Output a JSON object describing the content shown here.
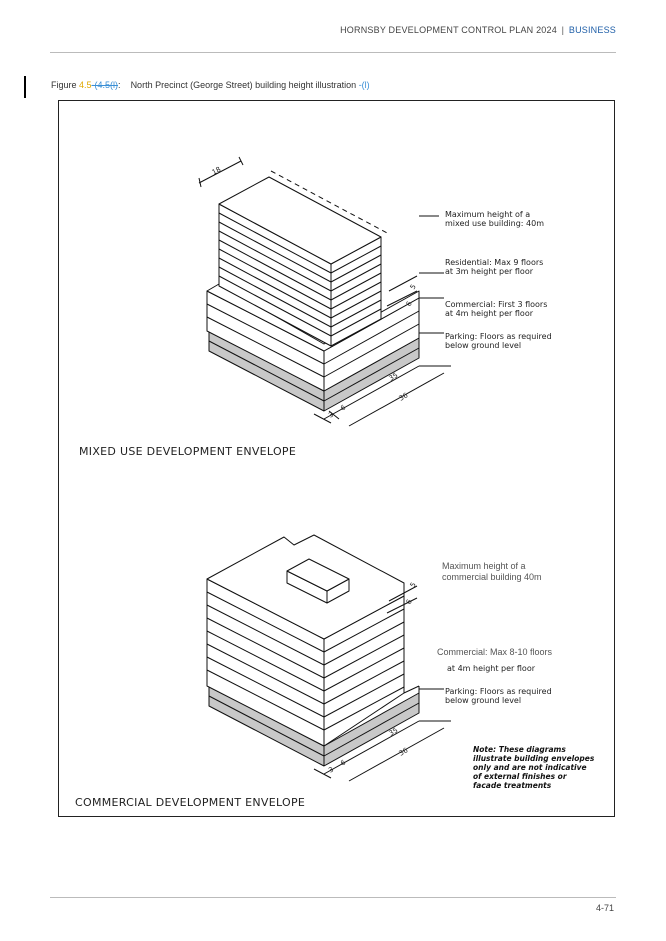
{
  "header": {
    "title": "HORNSBY DEVELOPMENT CONTROL PLAN 2024",
    "separator": "|",
    "section": "BUSINESS"
  },
  "figure": {
    "prefix": "Figure ",
    "number": "4.5",
    "old_number": "-(4.5(l)",
    "colon": ":",
    "title": "North Precinct (George Street) building height illustration",
    "deleted_suffix": " -(l)"
  },
  "mixed_use": {
    "title": "MIXED USE DEVELOPMENT ENVELOPE",
    "label_max_height": "Maximum height of a\nmixed use building: 40m",
    "label_residential": "Residential:  Max 9 floors\nat 3m height per floor",
    "label_commercial": "Commercial:  First 3 floors\nat 4m height per floor",
    "label_parking": "Parking:  Floors as required\nbelow ground level",
    "dim_top": "18",
    "dim_setback_upper": "5",
    "dim_setback_lower": "6",
    "dim_front": "35",
    "dim_depth": "36",
    "dim_small_a": "3",
    "dim_small_b": "6"
  },
  "commercial": {
    "title": "COMMERCIAL DEVELOPMENT ENVELOPE",
    "label_max_height": "Maximum   height   of   a\ncommercial building 40m",
    "label_commercial_a": "Commercial: Max 8-10 floors",
    "label_commercial_b": "at 4m height per floor",
    "label_parking": "Parking:  Floors as required\nbelow ground level",
    "dim_setback_upper": "5",
    "dim_setback_lower": "6",
    "dim_front": "35",
    "dim_depth": "36",
    "dim_small_a": "3",
    "dim_small_b": "6"
  },
  "note": "Note: These diagrams\nillustrate building envelopes\nonly and are not indicative\nof external finishes or\nfacade treatments",
  "footer": {
    "page": "4-71"
  },
  "colors": {
    "section_blue": "#1f5fa8",
    "figure_number": "#e0a800",
    "tracked_change": "#3a8fd6"
  }
}
